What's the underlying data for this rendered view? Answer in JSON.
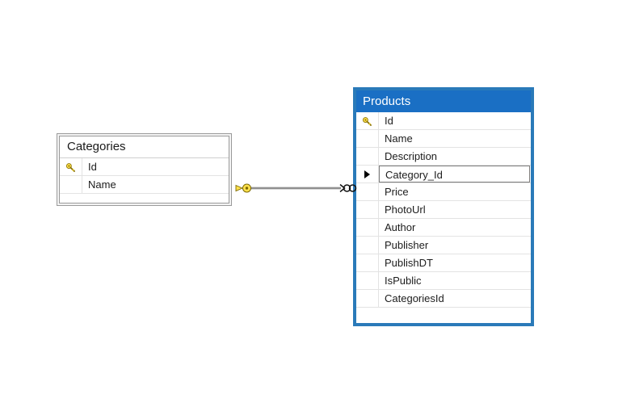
{
  "diagram": {
    "background_color": "#ffffff",
    "entities": [
      {
        "name": "Categories",
        "title": "Categories",
        "selected": false,
        "header_color": "#ffffff",
        "header_text_color": "#1a1a1a",
        "border_color": "#9a9a9a",
        "columns": [
          {
            "name": "Id",
            "is_key": true,
            "is_current": false
          },
          {
            "name": "Name",
            "is_key": false,
            "is_current": false
          }
        ]
      },
      {
        "name": "Products",
        "title": "Products",
        "selected": true,
        "header_color": "#1a6fc4",
        "header_text_color": "#ffffff",
        "border_color": "#2a7ab9",
        "columns": [
          {
            "name": "Id",
            "is_key": true,
            "is_current": false
          },
          {
            "name": "Name",
            "is_key": false,
            "is_current": false
          },
          {
            "name": "Description",
            "is_key": false,
            "is_current": false
          },
          {
            "name": "Category_Id",
            "is_key": false,
            "is_current": true
          },
          {
            "name": "Price",
            "is_key": false,
            "is_current": false
          },
          {
            "name": "PhotoUrl",
            "is_key": false,
            "is_current": false
          },
          {
            "name": "Author",
            "is_key": false,
            "is_current": false
          },
          {
            "name": "Publisher",
            "is_key": false,
            "is_current": false
          },
          {
            "name": "PublishDT",
            "is_key": false,
            "is_current": false
          },
          {
            "name": "IsPublic",
            "is_key": false,
            "is_current": false
          },
          {
            "name": "CategoriesId",
            "is_key": false,
            "is_current": false
          }
        ]
      }
    ],
    "relationship": {
      "from_entity": "Categories",
      "to_entity": "Products",
      "from_cardinality": "one",
      "to_cardinality": "many",
      "from_symbol": "key-icon",
      "to_symbol": "infinity-icon",
      "line_color": "#6b6b6b"
    }
  }
}
